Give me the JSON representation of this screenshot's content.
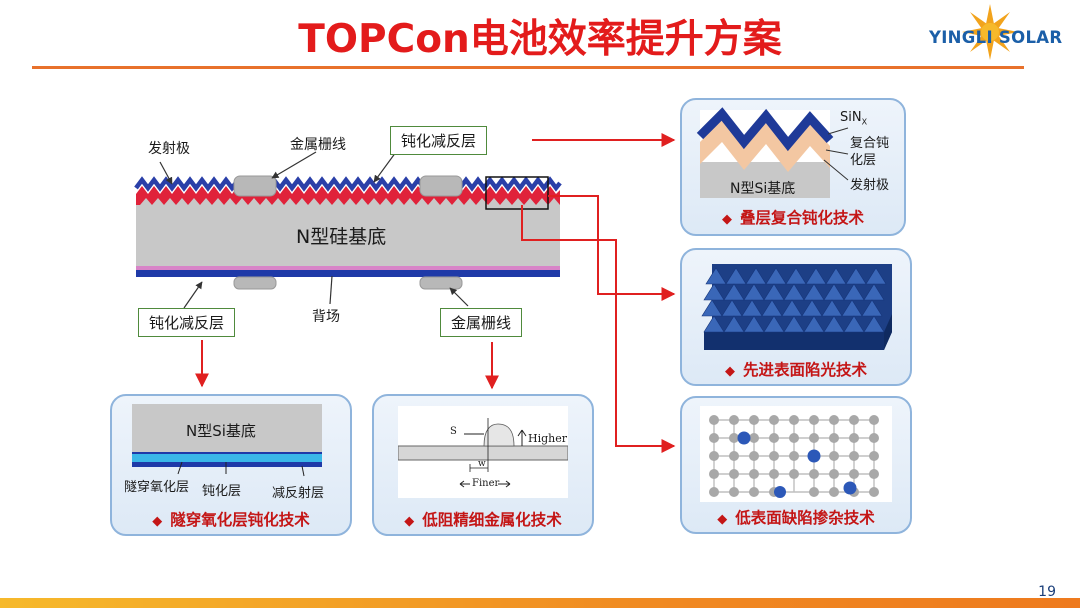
{
  "header": {
    "title": "TOPCon电池效率提升方案",
    "logo_text": "YINGLI SOLAR"
  },
  "main_diagram": {
    "labels": {
      "emitter": "发射极",
      "metal_grid_top": "金属栅线",
      "passivation_ar_top": "钝化减反层",
      "substrate": "N型硅基底",
      "passivation_ar_bottom": "钝化减反层",
      "back_field": "背场",
      "metal_grid_bottom": "金属栅线"
    }
  },
  "panels": {
    "stack_passivation": {
      "labels": {
        "sinx": "SiN",
        "sinx_sub": "X",
        "composite_1": "复合钝",
        "composite_2": "化层",
        "emitter": "发射极",
        "substrate": "N型Si基底"
      },
      "caption": "叠层复合钝化技术"
    },
    "light_trapping": {
      "caption": "先进表面陷光技术"
    },
    "low_defect_doping": {
      "caption": "低表面缺陷掺杂技术"
    },
    "tunnel_oxide": {
      "labels": {
        "substrate": "N型Si基底",
        "tunnel_oxide": "隧穿氧化层",
        "passivation": "钝化层",
        "anti_reflection": "减反射层"
      },
      "caption": "隧穿氧化层钝化技术"
    },
    "fine_metallization": {
      "labels": {
        "s": "S",
        "higher": "Higher",
        "w": "w",
        "finer": "Finer"
      },
      "caption": "低阻精细金属化技术"
    }
  },
  "footer": {
    "page_number": "19"
  },
  "colors": {
    "title": "#e31b1b",
    "accent_orange": "#e8712b",
    "arrow_red": "#e02020",
    "caption_red": "#c41616",
    "emitter_red": "#e0223a",
    "sinx_blue": "#2a3fa8",
    "substrate_gray": "#c8c8c8",
    "logo_blue": "#1b5fa8"
  }
}
